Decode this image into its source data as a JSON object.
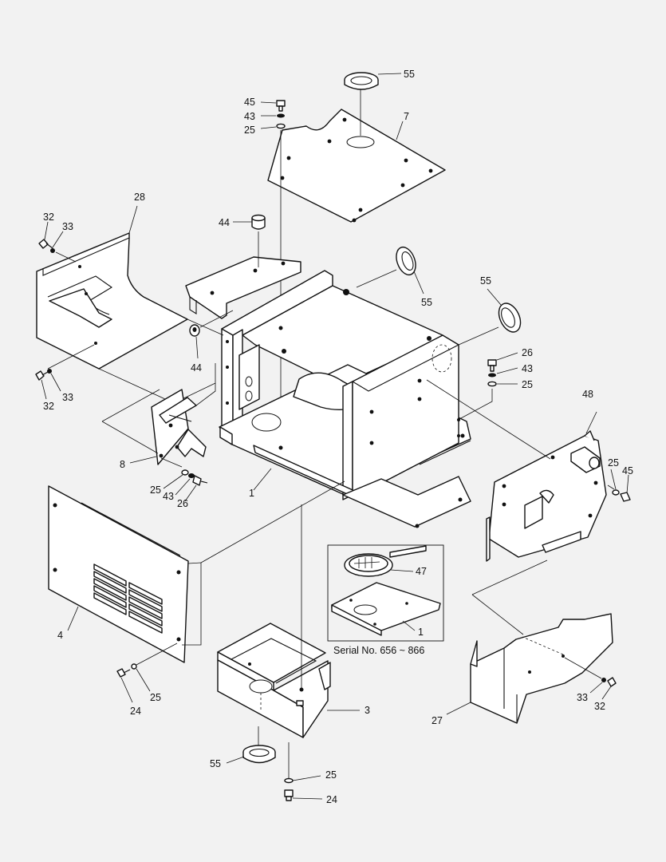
{
  "colors": {
    "background": "#f2f2f2",
    "ink": "#111111",
    "part_fill": "#ffffff"
  },
  "callouts": {
    "c55_top": "55",
    "c45_top": "45",
    "c43_top": "43",
    "c25_top": "25",
    "c7": "7",
    "c28": "28",
    "c32_a": "32",
    "c33_a": "33",
    "c44_a": "44",
    "c55_mid": "55",
    "c55_right": "55",
    "c44_b": "44",
    "c33_b": "33",
    "c32_b": "32",
    "c26_right": "26",
    "c43_right": "43",
    "c25_right": "25",
    "c48": "48",
    "c8": "8",
    "c25_left": "25",
    "c43_left": "43",
    "c26_left": "26",
    "c1": "1",
    "c25_panel": "25",
    "c45_panel": "45",
    "c47": "47",
    "c1_inset": "1",
    "c4": "4",
    "c25_lower": "25",
    "c24_lower": "24",
    "c3": "3",
    "c27": "27",
    "c33_c": "33",
    "c32_c": "32",
    "c55_bottom": "55",
    "c25_bottom": "25",
    "c24_bottom": "24"
  },
  "inset": {
    "caption": "Serial No. 656 ~ 866"
  }
}
